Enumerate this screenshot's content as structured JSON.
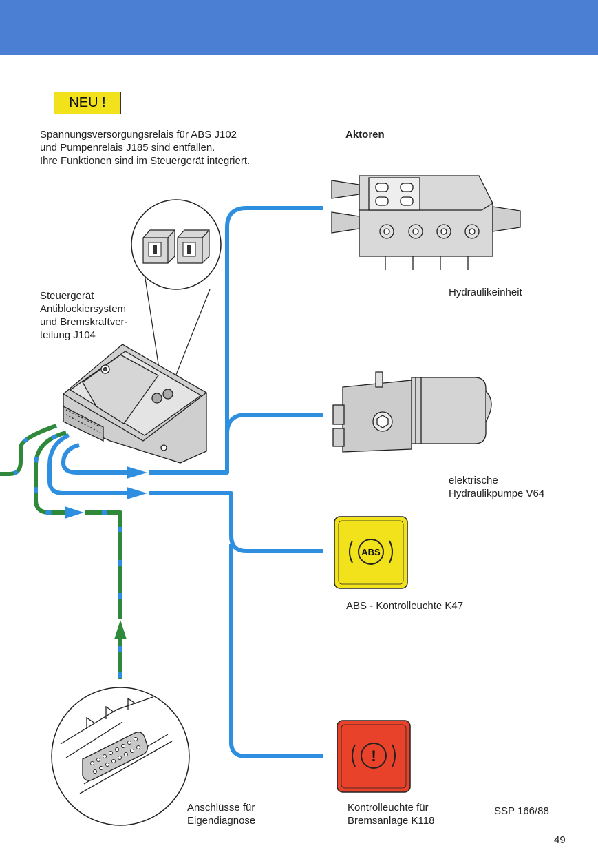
{
  "header": {
    "band_color": "#4a7fd4"
  },
  "badge": {
    "label": "NEU !",
    "color": "#f2e21c"
  },
  "intro": {
    "lines": [
      "Spannungsversorgungsrelais für ABS J102",
      "und Pumpenrelais J185 sind entfallen.",
      "Ihre Funktionen sind im Steuergerät integriert."
    ]
  },
  "actuators_heading": "Aktoren",
  "control_unit": {
    "lines": [
      "Steuergerät",
      "Antiblockiersystem",
      "und Bremskraftver-",
      "teilung J104"
    ]
  },
  "components": {
    "hydraulic_unit": "Hydraulikeinheit",
    "pump": [
      "elektrische",
      "Hydraulikpumpe V64"
    ],
    "abs_lamp": "ABS - Kontrolleuchte K47",
    "abs_lamp_symbol": "ABS",
    "brake_lamp": [
      "Kontrolleuchte für",
      "Bremsanlage K118"
    ],
    "brake_lamp_symbol": "!",
    "diagnosis": [
      "Anschlüsse für",
      "Eigendiagnose"
    ]
  },
  "footer": {
    "ref": "SSP 166/88",
    "page_number": "49"
  },
  "colors": {
    "signal_blue": "#2e8ee0",
    "diagnosis_green": "#2e8a3a",
    "abs_lamp": "#f2e21c",
    "brake_lamp": "#e8432a"
  }
}
